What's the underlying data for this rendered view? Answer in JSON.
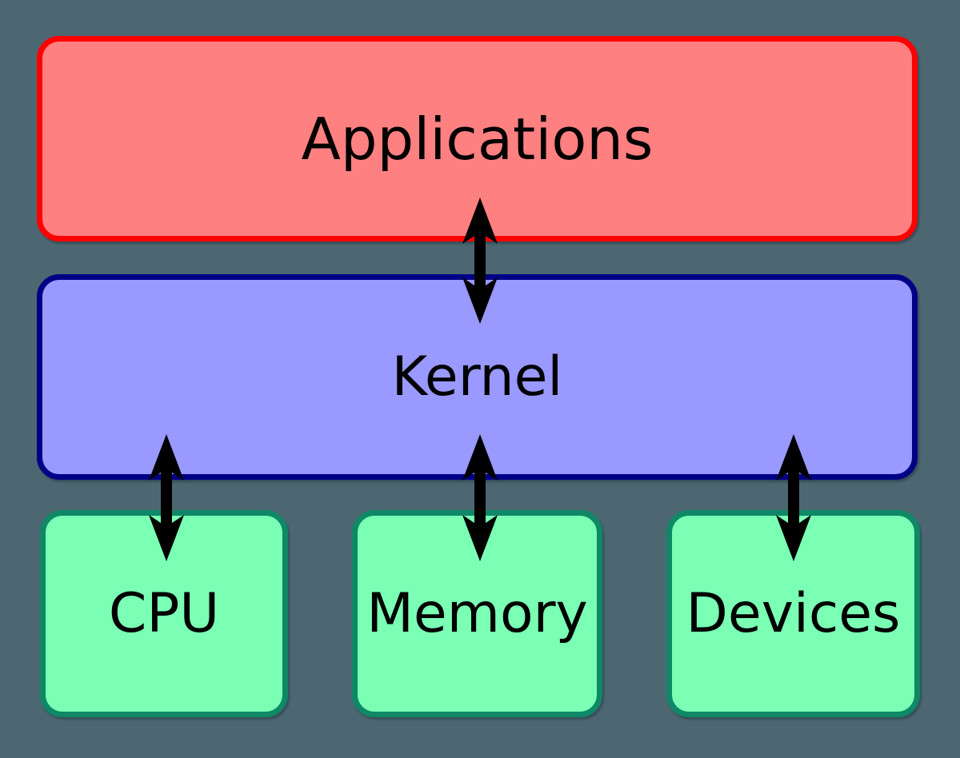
{
  "diagram": {
    "name": "kernel-architecture-diagram"
  },
  "boxes": {
    "applications": {
      "label": "Applications"
    },
    "kernel": {
      "label": "Kernel"
    },
    "cpu": {
      "label": "CPU"
    },
    "memory": {
      "label": "Memory"
    },
    "devices": {
      "label": "Devices"
    }
  },
  "arrows": [
    {
      "name": "applications-kernel",
      "type": "double-headed-vertical"
    },
    {
      "name": "kernel-cpu",
      "type": "double-headed-vertical"
    },
    {
      "name": "kernel-memory",
      "type": "double-headed-vertical"
    },
    {
      "name": "kernel-devices",
      "type": "double-headed-vertical"
    }
  ],
  "colors": {
    "background": "#4c6771",
    "applications_fill": "#ff8080",
    "applications_border": "#ff0000",
    "kernel_fill": "#9999ff",
    "kernel_border": "#000086",
    "hardware_fill": "#7affb5",
    "hardware_border": "#0e8866",
    "arrow": "#000000",
    "text": "#000000"
  }
}
